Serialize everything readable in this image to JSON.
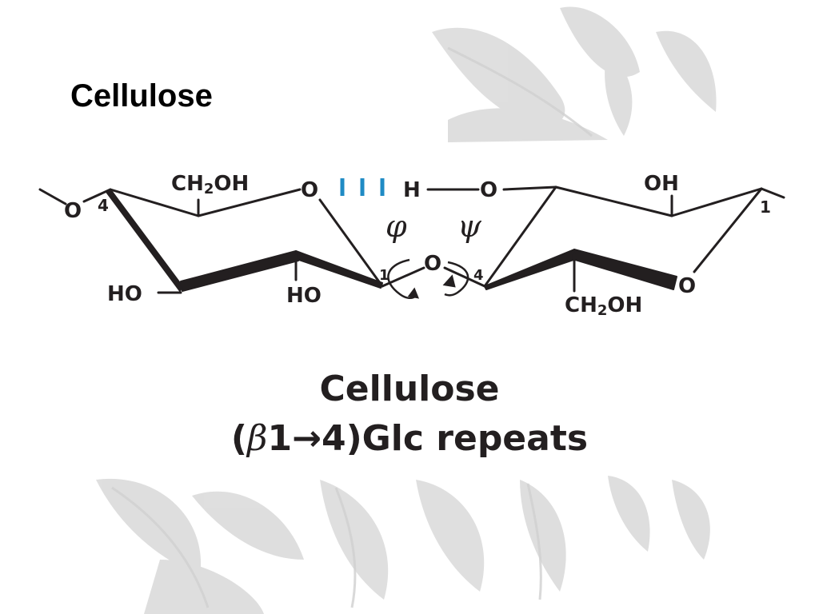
{
  "slide": {
    "title": "Cellulose"
  },
  "molecule": {
    "labels": {
      "o_left_end": "O",
      "c4_left": "4",
      "ch2oh_top_left": "CH",
      "ch2oh_top_left_sub": "2",
      "ch2oh_top_left_tail": "OH",
      "ring_o_left": "O",
      "h_bond_h": "H",
      "o_right_top": "O",
      "oh_top_right": "OH",
      "c1_right": "1",
      "phi": "φ",
      "psi": "ψ",
      "glycosidic_o": "O",
      "c1_mid": "1",
      "c4_mid": "4",
      "ho_left": "HO",
      "ho_mid": "HO",
      "ring_o_right": "O",
      "ch2oh_bottom_right": "CH",
      "ch2oh_bottom_right_sub": "2",
      "ch2oh_bottom_right_tail": "OH"
    },
    "colors": {
      "hydrogen_bond": "#1f8bc4",
      "bonds": "#231f20"
    }
  },
  "caption": {
    "line1": "Cellulose",
    "line2_prefix": "(",
    "line2_beta": "β",
    "line2_rest": "1→4)Glc repeats"
  }
}
